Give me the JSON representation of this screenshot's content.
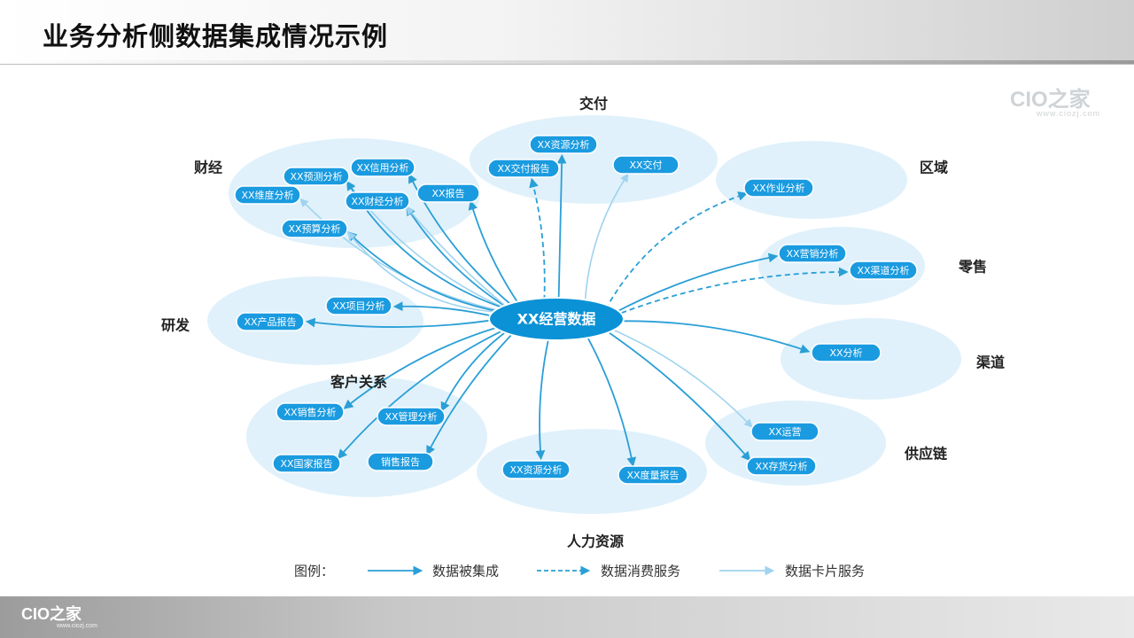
{
  "header": {
    "title": "业务分析侧数据集成情况示例"
  },
  "watermark": {
    "logo": "CIO之家",
    "url": "www.ciozj.com"
  },
  "footer": {
    "logo": "CIO之家",
    "url": "www.ciozj.com"
  },
  "colors": {
    "hub": "#0a91d6",
    "node": "#1a9be0",
    "cluster": "#e0f1fb",
    "edge": "#2a9fd6",
    "edge_light": "#9fd3ef"
  },
  "hub": {
    "label": "XX经营数据"
  },
  "clusters": [
    {
      "label": "财经"
    },
    {
      "label": "交付"
    },
    {
      "label": "区域"
    },
    {
      "label": "零售"
    },
    {
      "label": "研发"
    },
    {
      "label": "渠道"
    },
    {
      "label": "客户关系"
    },
    {
      "label": "供应链"
    },
    {
      "label": "人力资源"
    }
  ],
  "nodes": [
    {
      "label": "XX预测分析"
    },
    {
      "label": "XX信用分析"
    },
    {
      "label": "XX维度分析"
    },
    {
      "label": "XX财经分析"
    },
    {
      "label": "XX报告"
    },
    {
      "label": "XX预算分析"
    },
    {
      "label": "XX资源分析"
    },
    {
      "label": "XX交付报告"
    },
    {
      "label": "XX交付"
    },
    {
      "label": "XX作业分析"
    },
    {
      "label": "XX营销分析"
    },
    {
      "label": "XX渠道分析"
    },
    {
      "label": "XX项目分析"
    },
    {
      "label": "XX产品报告"
    },
    {
      "label": "XX分析"
    },
    {
      "label": "XX销售分析"
    },
    {
      "label": "XX管理分析"
    },
    {
      "label": "XX国家报告"
    },
    {
      "label": "销售报告"
    },
    {
      "label": "XX运营"
    },
    {
      "label": "XX存货分析"
    },
    {
      "label": "XX资源分析"
    },
    {
      "label": "XX度量报告"
    }
  ],
  "legend": {
    "title": "图例：",
    "items": [
      {
        "label": "数据被集成",
        "style": "solid"
      },
      {
        "label": "数据消费服务",
        "style": "dashed"
      },
      {
        "label": "数据卡片服务",
        "style": "light"
      }
    ]
  }
}
